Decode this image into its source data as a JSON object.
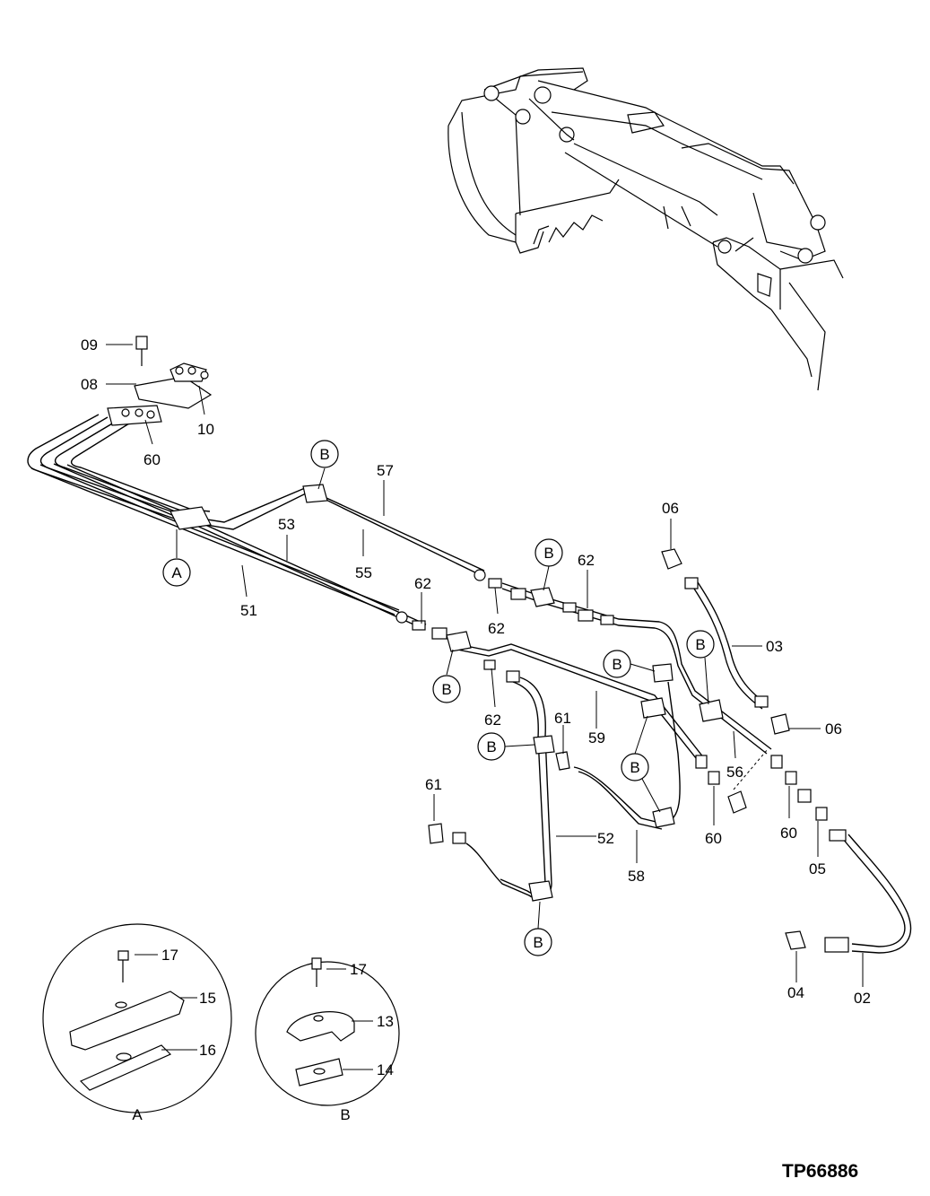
{
  "drawing_id": "TP66886",
  "callouts": [
    {
      "key": "c09",
      "text": "09"
    },
    {
      "key": "c08",
      "text": "08"
    },
    {
      "key": "c10",
      "text": "10"
    },
    {
      "key": "c60a",
      "text": "60"
    },
    {
      "key": "c57",
      "text": "57"
    },
    {
      "key": "c53",
      "text": "53"
    },
    {
      "key": "c55",
      "text": "55"
    },
    {
      "key": "c51",
      "text": "51"
    },
    {
      "key": "c62a",
      "text": "62"
    },
    {
      "key": "c62b",
      "text": "62"
    },
    {
      "key": "c62c",
      "text": "62"
    },
    {
      "key": "c62d",
      "text": "62"
    },
    {
      "key": "c06a",
      "text": "06"
    },
    {
      "key": "c03",
      "text": "03"
    },
    {
      "key": "c06b",
      "text": "06"
    },
    {
      "key": "c59",
      "text": "59"
    },
    {
      "key": "c61a",
      "text": "61"
    },
    {
      "key": "c56",
      "text": "56"
    },
    {
      "key": "c60b",
      "text": "60"
    },
    {
      "key": "c60c",
      "text": "60"
    },
    {
      "key": "c05",
      "text": "05"
    },
    {
      "key": "c61b",
      "text": "61"
    },
    {
      "key": "c52",
      "text": "52"
    },
    {
      "key": "c58",
      "text": "58"
    },
    {
      "key": "c04",
      "text": "04"
    },
    {
      "key": "c02",
      "text": "02"
    },
    {
      "key": "c17a",
      "text": "17"
    },
    {
      "key": "c15",
      "text": "15"
    },
    {
      "key": "c16",
      "text": "16"
    },
    {
      "key": "c17b",
      "text": "17"
    },
    {
      "key": "c13",
      "text": "13"
    },
    {
      "key": "c14",
      "text": "14"
    }
  ],
  "detail_marker_a": "A",
  "detail_marker_b": "B",
  "detail_views": {
    "a": "A",
    "b": "B"
  }
}
